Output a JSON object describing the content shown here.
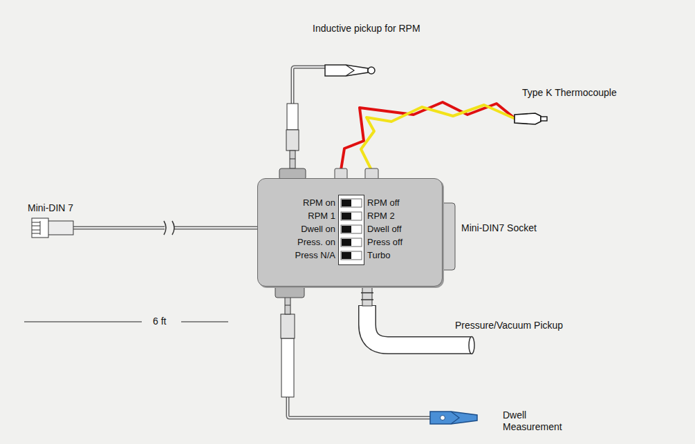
{
  "diagram": {
    "nodes": [
      {
        "text": [
          "RPM on",
          "RPM off",
          "RPM 1",
          "RPM 2",
          "Dwell on",
          "Dwell off",
          "Press. on",
          "Press off",
          "Press N/A",
          "Turbo"
        ]
      }
    ],
    "labels": [
      "Inductive pickup for RPM",
      "Type K Thermocouple",
      "Mini-DIN 7",
      "Mini-DIN7 Socket",
      "6 ft",
      "Pressure/Vacuum Pickup",
      "Dwell Measurement"
    ]
  }
}
